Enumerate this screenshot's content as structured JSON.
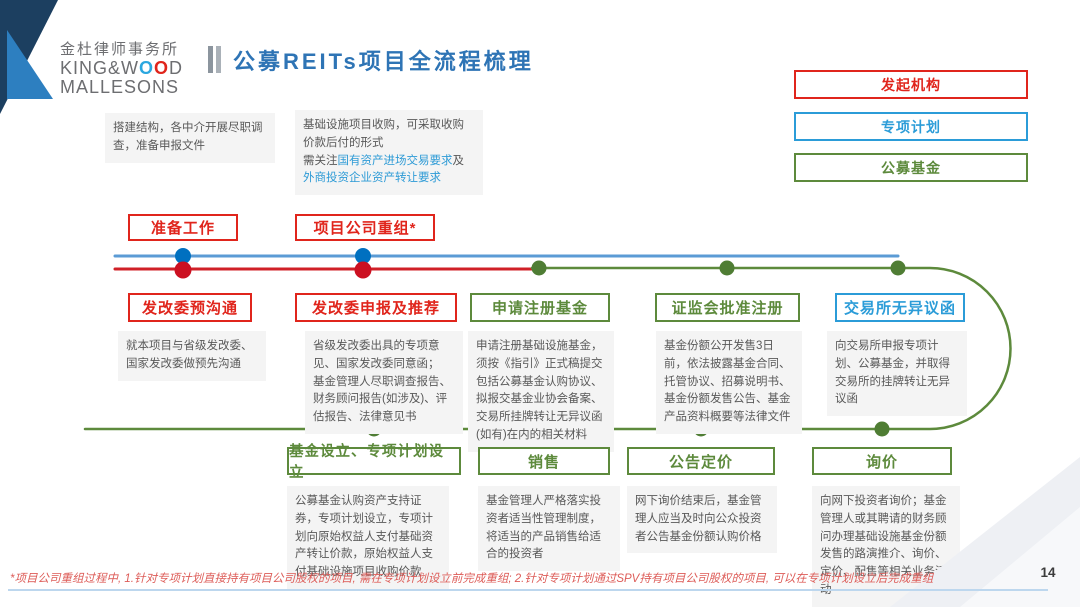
{
  "logo": {
    "cn": "金杜律师事务所",
    "en1_pre": "KING&W",
    "en1_o1": "O",
    "en1_o2": "O",
    "en1_post": "D",
    "en2": "MALLESONS"
  },
  "title": "公募REITs项目全流程梳理",
  "legend": {
    "sponsor": "发起机构",
    "abs_plan": "专项计划",
    "public_fund": "公募基金"
  },
  "top_notes": {
    "prep": "搭建结构，各中介开展尽职调查，准备申报文件",
    "acquisition_line1": "基础设施项目收购，可采取收购价款后付的形式\n",
    "acquisition_prefix": "需关注",
    "acquisition_link1": "国有资产进场交易要求",
    "acquisition_mid": "及",
    "acquisition_link2": "外商投资企业资产转让要求"
  },
  "stages": {
    "prep_work": {
      "label": "准备工作"
    },
    "company_restructure": {
      "label": "项目公司重组*"
    },
    "ndrc_precomm": {
      "label": "发改委预沟通",
      "note": "就本项目与省级发改委、国家发改委做预先沟通"
    },
    "ndrc_filing": {
      "label": "发改委申报及推荐",
      "note": "省级发改委出具的专项意见、国家发改委同意函；\n基金管理人尽职调查报告、财务顾问报告(如涉及)、评估报告、法律意见书"
    },
    "fund_registration": {
      "label": "申请注册基金",
      "note": "申请注册基础设施基金，须按《指引》正式稿提交包括公募基金认购协议、拟报交基金业协会备案、交易所挂牌转让无异议函(如有)在内的相关材料"
    },
    "csrc_approval": {
      "label": "证监会批准注册",
      "note": "基金份额公开发售3日前，依法披露基金合同、托管协议、招募说明书、基金份额发售公告、基金产品资料概要等法律文件"
    },
    "exchange_noc": {
      "label": "交易所无异议函",
      "note": "向交易所申报专项计划、公募基金，并取得交易所的挂牌转让无异议函"
    },
    "fund_setup": {
      "label": "基金设立、专项计划设立",
      "note": "公募基金认购资产支持证券，专项计划设立，专项计划向原始权益人支付基础资产转让价款，原始权益人支付基础设施项目收购价款"
    },
    "sales": {
      "label": "销售",
      "note": "基金管理人严格落实投资者适当性管理制度，将适当的产品销售给适合的投资者"
    },
    "price_announcement": {
      "label": "公告定价",
      "note": "网下询价结束后，基金管理人应当及时向公众投资者公告基金份额认购价格"
    },
    "inquiry": {
      "label": "询价",
      "note": "向网下投资者询价；基金管理人或其聘请的财务顾问办理基础设施基金份额发售的路演推介、询价、定价、配售等相关业务活动"
    }
  },
  "footnote": "*项目公司重组过程中, 1.针对专项计划直接持有项目公司股权的项目, 需在专项计划设立前完成重组; 2.针对专项计划通过SPV持有项目公司股权的项目, 可以在专项计划设立后完成重组",
  "page_number": "14",
  "colors": {
    "sponsor_red": "#e0251c",
    "abs_plan_blue": "#2b9cd8",
    "public_fund_green": "#5d8a3c",
    "title_blue": "#2e74b5"
  }
}
